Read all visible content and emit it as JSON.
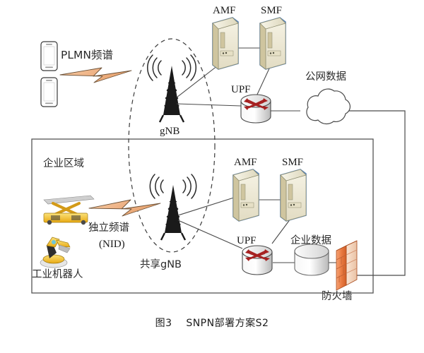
{
  "figure": {
    "caption": "图3    SNPN部署方案S2",
    "caption_number": "图3",
    "caption_title": "SNPN部署方案S2"
  },
  "public_network": {
    "spectrum_label": "PLMN频谱",
    "gnb_label": "gNB",
    "amf_label": "AMF",
    "smf_label": "SMF",
    "upf_label": "UPF",
    "cloud_label": "公网数据",
    "device_icon": "smartphone-icon",
    "link_icon": "lightning-bolt-icon",
    "tower_icon": "cell-tower-icon",
    "server_icon": "server-icon",
    "router_icon": "router-icon",
    "cloud_icon": "cloud-icon"
  },
  "enterprise": {
    "area_label": "企业区域",
    "spectrum_label": "独立频谱",
    "spectrum_sub_label": "(NID)",
    "robot_label": "工业机器人",
    "gnb_label": "共享gNB",
    "amf_label": "AMF",
    "smf_label": "SMF",
    "upf_label": "UPF",
    "data_label": "企业数据",
    "firewall_label": "防火墙",
    "lift_icon": "scissor-lift-icon",
    "robot_icon": "industrial-robot-icon",
    "link_icon": "lightning-bolt-icon",
    "tower_icon": "cell-tower-icon",
    "server_icon": "server-icon",
    "router_icon": "router-icon",
    "database_icon": "database-cylinder-icon",
    "firewall_icon": "brick-wall-icon"
  },
  "colors": {
    "line": "#4a4a4a",
    "server_outline": "#5b84b1",
    "server_body": "#eeead8",
    "server_side": "#c8bb94",
    "router_arrow": "#a62020",
    "bolt_public": "#f0b98a",
    "bolt_enterprise": "#f0b98a",
    "firewall": "#e8733c",
    "database": "#d8d8d8",
    "equipment_yellow": "#f2c12e",
    "text": "#1c1c1c"
  }
}
